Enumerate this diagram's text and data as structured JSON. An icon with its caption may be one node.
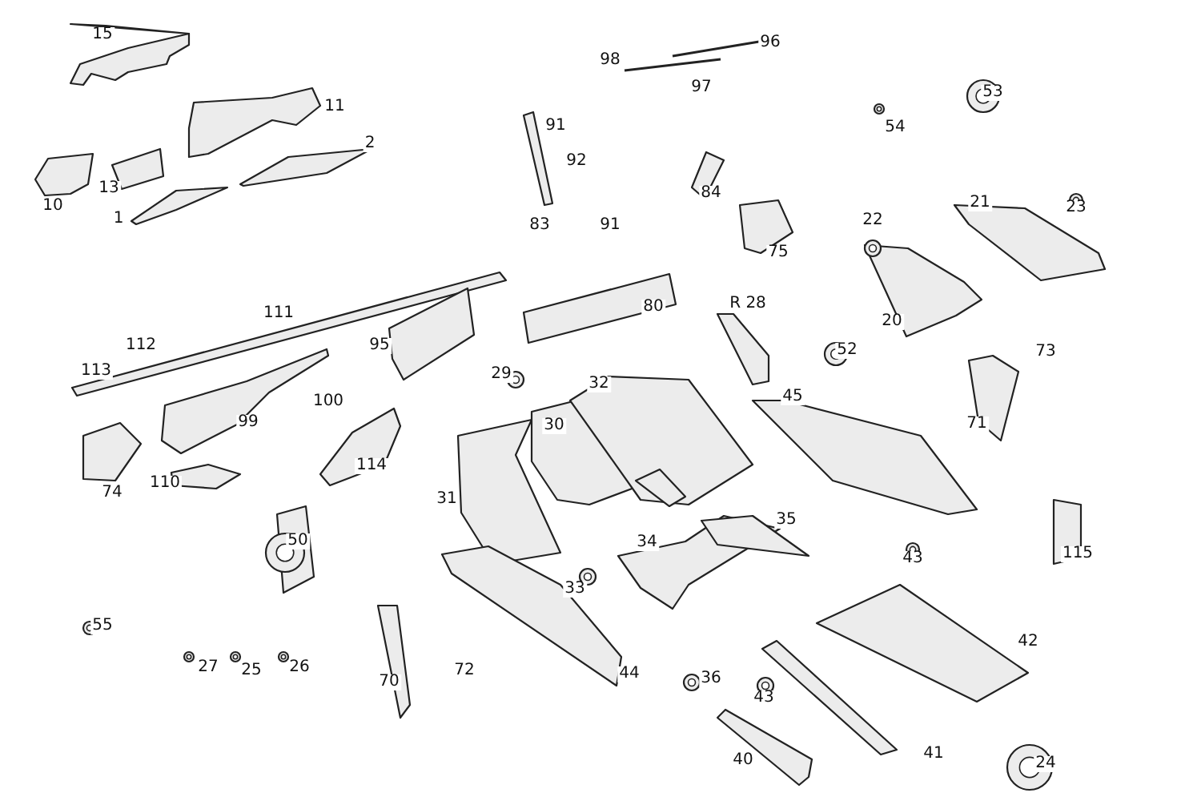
{
  "diagram": {
    "labels": [
      "15",
      "98",
      "96",
      "97",
      "11",
      "53",
      "54",
      "91",
      "2",
      "13",
      "92",
      "84",
      "10",
      "1",
      "83",
      "91",
      "21",
      "23",
      "22",
      "75",
      "111",
      "80",
      "R 28",
      "20",
      "112",
      "113",
      "95",
      "29",
      "52",
      "73",
      "32",
      "100",
      "45",
      "30",
      "71",
      "114",
      "99",
      "110",
      "74",
      "31",
      "35",
      "115",
      "43",
      "34",
      "50",
      "33",
      "42",
      "55",
      "27",
      "25",
      "26",
      "70",
      "72",
      "44",
      "36",
      "43",
      "40",
      "41",
      "24"
    ]
  }
}
